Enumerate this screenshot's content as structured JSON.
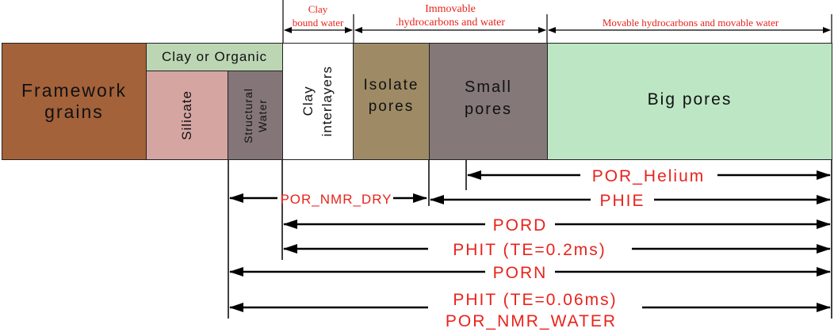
{
  "headers": {
    "clay_bound": "Clay\nbound water",
    "immovable": "Immovable\n.hydrocarbons and water",
    "movable": "Movable hydrocarbons and movable water"
  },
  "blocks": {
    "framework": "Framework\ngrains",
    "clay_organic": "Clay or Organic",
    "silicate": "Silicate",
    "structural": "Structural\nWater",
    "clay_interlayers": "Clay\ninterlayers",
    "isolate": "Isolate\npores",
    "small": "Small\npores",
    "big": "Big pores"
  },
  "measures": {
    "por_helium": "POR_Helium",
    "por_nmr_dry": "POR_NMR_DRY",
    "phie": "PHIE",
    "pord": "PORD",
    "phit_02": "PHIT (TE=0.2ms)",
    "porn": "PORN",
    "phit_006": "PHIT (TE=0.06ms)",
    "por_nmr_water": "POR_NMR_WATER"
  },
  "colors": {
    "framework": "#a4623a",
    "clay_organic": "#bcd6b4",
    "silicate": "#d5a5a2",
    "structural": "#847678",
    "clay_interlayers": "#ffffff",
    "isolate": "#9e8b66",
    "small": "#857878",
    "big": "#bde6c5",
    "red_text": "#e8231c"
  }
}
